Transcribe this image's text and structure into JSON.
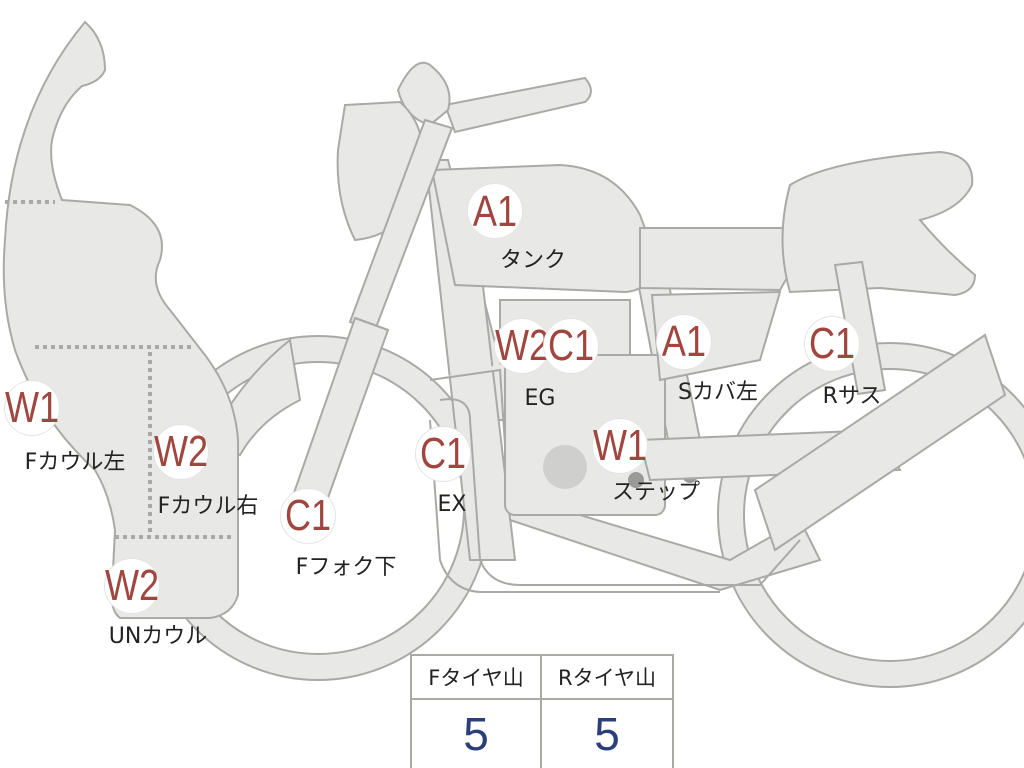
{
  "markers": [
    {
      "id": "tank",
      "code": "A1",
      "label": "タンク"
    },
    {
      "id": "eg-w2",
      "code": "W2",
      "label": "EG"
    },
    {
      "id": "eg-c1",
      "code": "C1",
      "label": ""
    },
    {
      "id": "s-cover-left",
      "code": "A1",
      "label": "Sカバ左"
    },
    {
      "id": "rear-suspension",
      "code": "C1",
      "label": "Rサス"
    },
    {
      "id": "f-cowl-left",
      "code": "W1",
      "label": "Fカウル左"
    },
    {
      "id": "f-cowl-right",
      "code": "W2",
      "label": "Fカウル右"
    },
    {
      "id": "ex",
      "code": "C1",
      "label": "EX"
    },
    {
      "id": "step",
      "code": "W1",
      "label": "ステップ"
    },
    {
      "id": "f-fork-lower",
      "code": "C1",
      "label": "Fフォク下"
    },
    {
      "id": "under-cowl",
      "code": "W2",
      "label": "UNカウル"
    }
  ],
  "tire_table": {
    "front_header": "Fタイヤ山",
    "rear_header": "Rタイヤ山",
    "front_value": "5",
    "rear_value": "5"
  },
  "colors": {
    "body_fill": "#e8e8e6",
    "outline": "#a9a9a6",
    "code_text": "#a0463f",
    "value_text": "#2c3f7a"
  }
}
